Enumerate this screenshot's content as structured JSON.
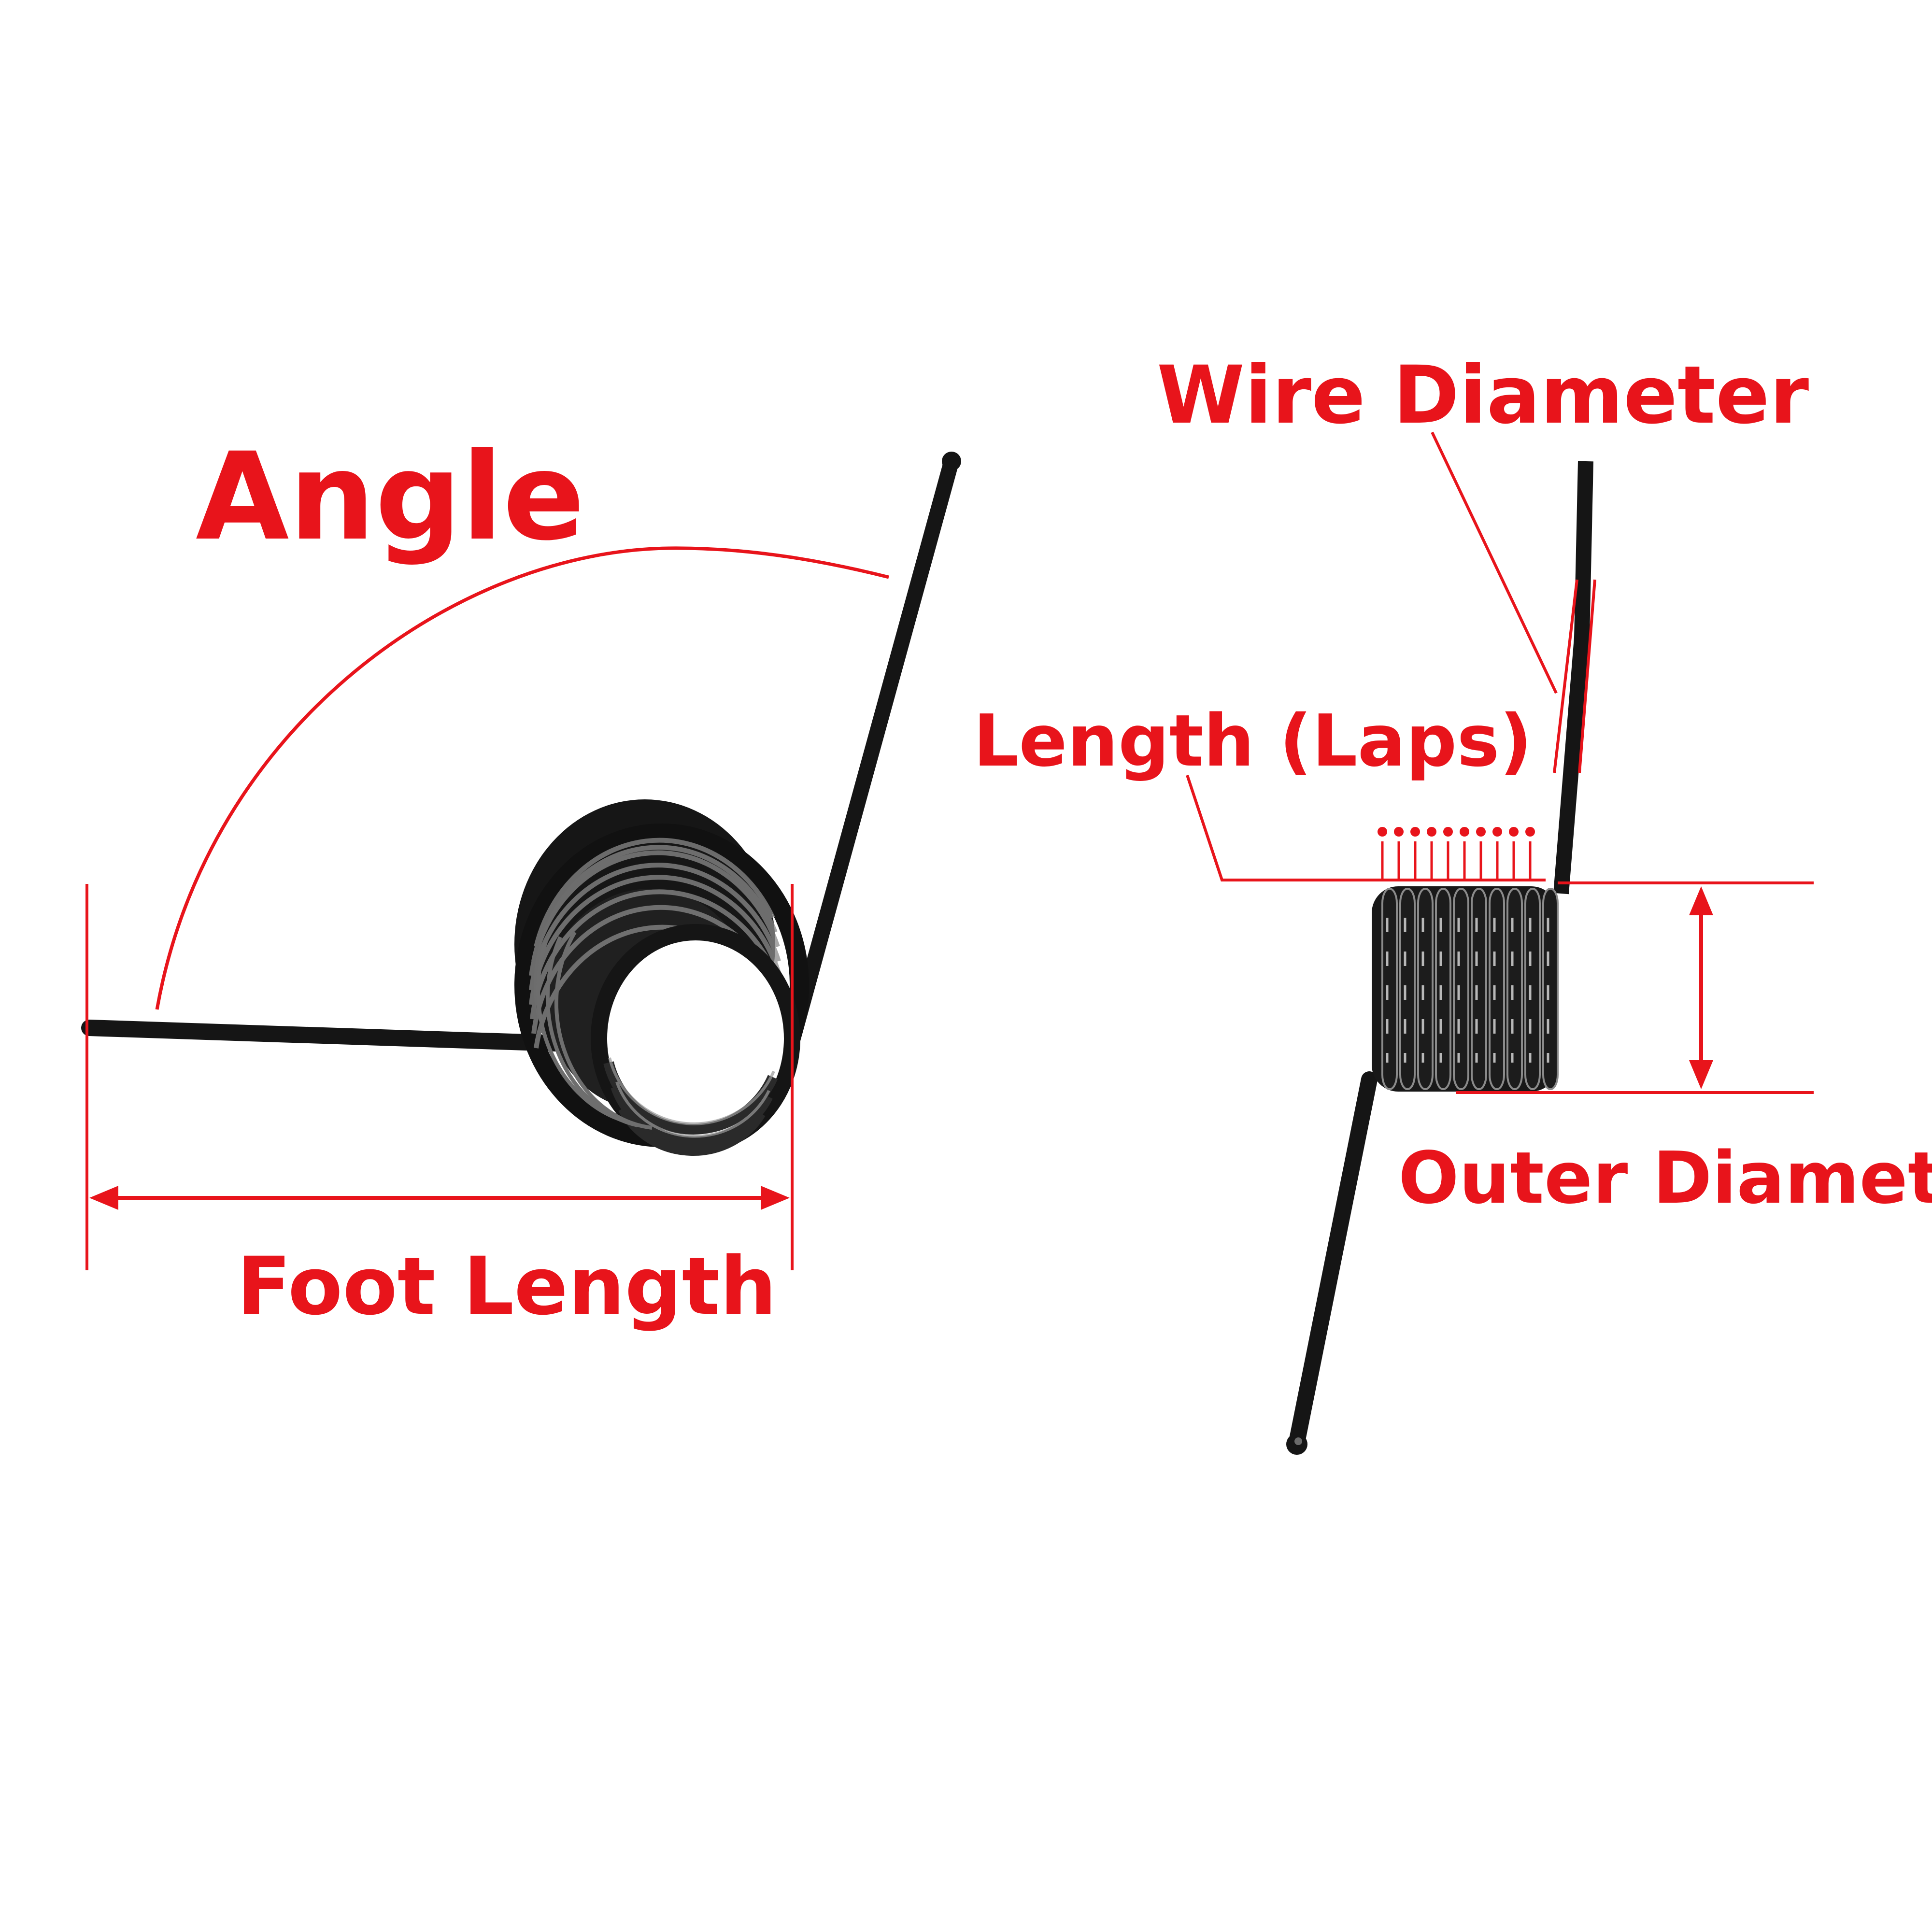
{
  "labels": {
    "angle": "Angle",
    "foot_length": "Foot Length",
    "wire_diameter": "Wire Diameter",
    "length_laps": "Length (Laps)",
    "outer_diameter": "Outer Diameter"
  },
  "colors": {
    "annotation": "#e8141b",
    "wire": "#151515",
    "coil_highlight": "#8a8a8a",
    "background": "#ffffff"
  }
}
